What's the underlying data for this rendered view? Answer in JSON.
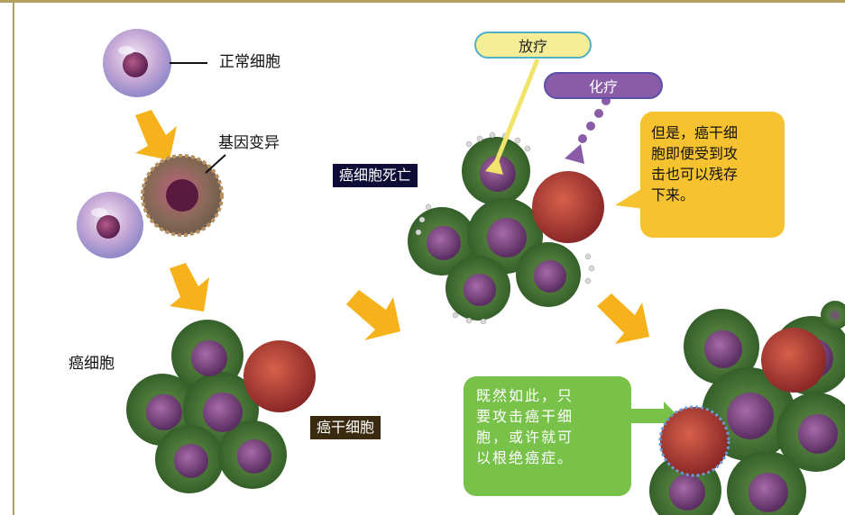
{
  "labels": {
    "normal_cell": "正常细胞",
    "gene_mutation": "基因变异",
    "cancer_cell": "癌细胞",
    "cancer_stem_cell": "癌干细胞",
    "cancer_cell_death": "癌细胞死亡",
    "radiotherapy": "放疗",
    "chemotherapy": "化疗"
  },
  "bubbles": {
    "survive": [
      "但是，癌干细",
      "胞即便受到攻",
      "击也可以残存",
      "下来。"
    ],
    "target": [
      "既然如此，只",
      "要攻击癌干细",
      "胞，或许就可",
      "以根绝癌症。"
    ]
  },
  "colors": {
    "frame": "#b3a25e",
    "arrow": "#f6b21b",
    "yellow_bubble": "#f7c230",
    "green_bubble": "#78c24a",
    "radiotherapy_pill": "#f5ee96",
    "chemotherapy_pill": "#8a5ca8",
    "dark_tag": "#0d0d38"
  }
}
